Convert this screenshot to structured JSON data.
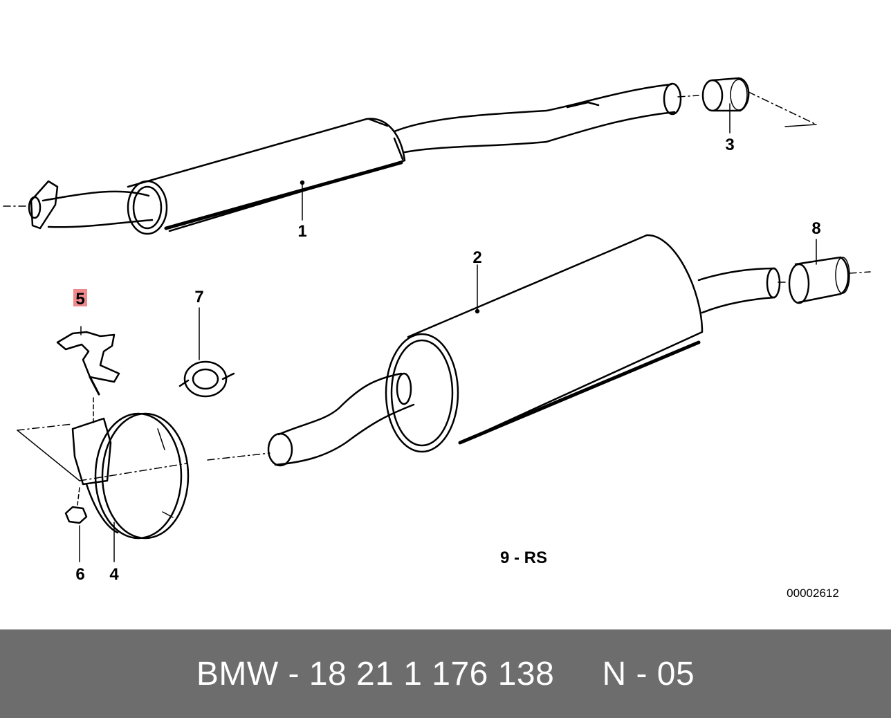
{
  "diagram": {
    "parts": [
      {
        "label": "1"
      },
      {
        "label": "2"
      },
      {
        "label": "3"
      },
      {
        "label": "4"
      },
      {
        "label": "5",
        "highlighted": true
      },
      {
        "label": "6"
      },
      {
        "label": "7"
      },
      {
        "label": "8"
      }
    ],
    "note": "9 - RS",
    "image_code": "00002612",
    "highlight_color": "#f08a8a"
  },
  "footer": {
    "text": "BMW - 18 21 1 176 138     N - 05",
    "background": "#6d6d6d",
    "color": "#ffffff"
  }
}
